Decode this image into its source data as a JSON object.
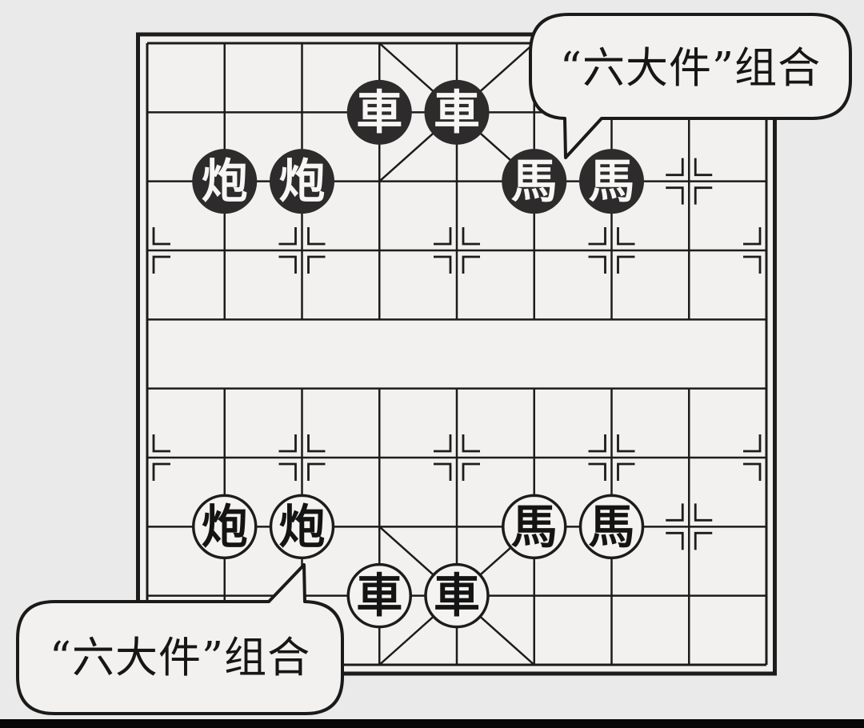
{
  "scene": {
    "background_color": "#ebeaea",
    "bottom_bar_color": "#080808"
  },
  "board": {
    "type": "xiangqi-board",
    "files": 9,
    "ranks": 10,
    "line_color": "#1c1c1c",
    "fill_color": "#f2f1ef"
  },
  "bubbles": {
    "top": {
      "text": "“六大件”组合"
    },
    "bottom": {
      "text": "“六大件”组合"
    }
  },
  "pieces": {
    "black": {
      "color": "#2d2b2b",
      "text_color": "#f7f6f4",
      "list": [
        {
          "label": "車",
          "name": "chariot",
          "file": 3,
          "rank": 1
        },
        {
          "label": "車",
          "name": "chariot",
          "file": 4,
          "rank": 1
        },
        {
          "label": "炮",
          "name": "cannon",
          "file": 1,
          "rank": 2
        },
        {
          "label": "炮",
          "name": "cannon",
          "file": 2,
          "rank": 2
        },
        {
          "label": "馬",
          "name": "horse",
          "file": 5,
          "rank": 2
        },
        {
          "label": "馬",
          "name": "horse",
          "file": 6,
          "rank": 2
        }
      ]
    },
    "white": {
      "color": "#f4f3f1",
      "text_color": "#141414",
      "list": [
        {
          "label": "炮",
          "name": "cannon",
          "file": 1,
          "rank": 7
        },
        {
          "label": "炮",
          "name": "cannon",
          "file": 2,
          "rank": 7
        },
        {
          "label": "馬",
          "name": "horse",
          "file": 5,
          "rank": 7
        },
        {
          "label": "馬",
          "name": "horse",
          "file": 6,
          "rank": 7
        },
        {
          "label": "車",
          "name": "chariot",
          "file": 3,
          "rank": 8
        },
        {
          "label": "車",
          "name": "chariot",
          "file": 4,
          "rank": 8
        }
      ]
    }
  }
}
